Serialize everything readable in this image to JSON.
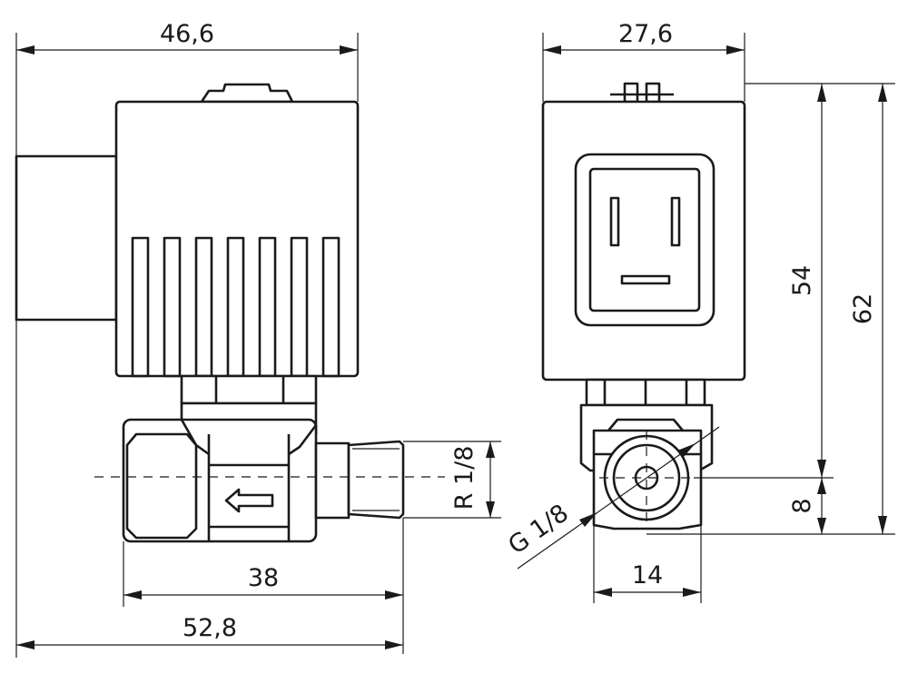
{
  "dimensions": {
    "side_width": "46,6",
    "front_width": "27,6",
    "height_to_axis": "54",
    "total_height": "62",
    "axis_to_bottom": "8",
    "thread_outlet": "R 1/8",
    "thread_inlet": "G 1/8",
    "port_spacing": "38",
    "total_length": "52,8",
    "hex_width": "14"
  }
}
